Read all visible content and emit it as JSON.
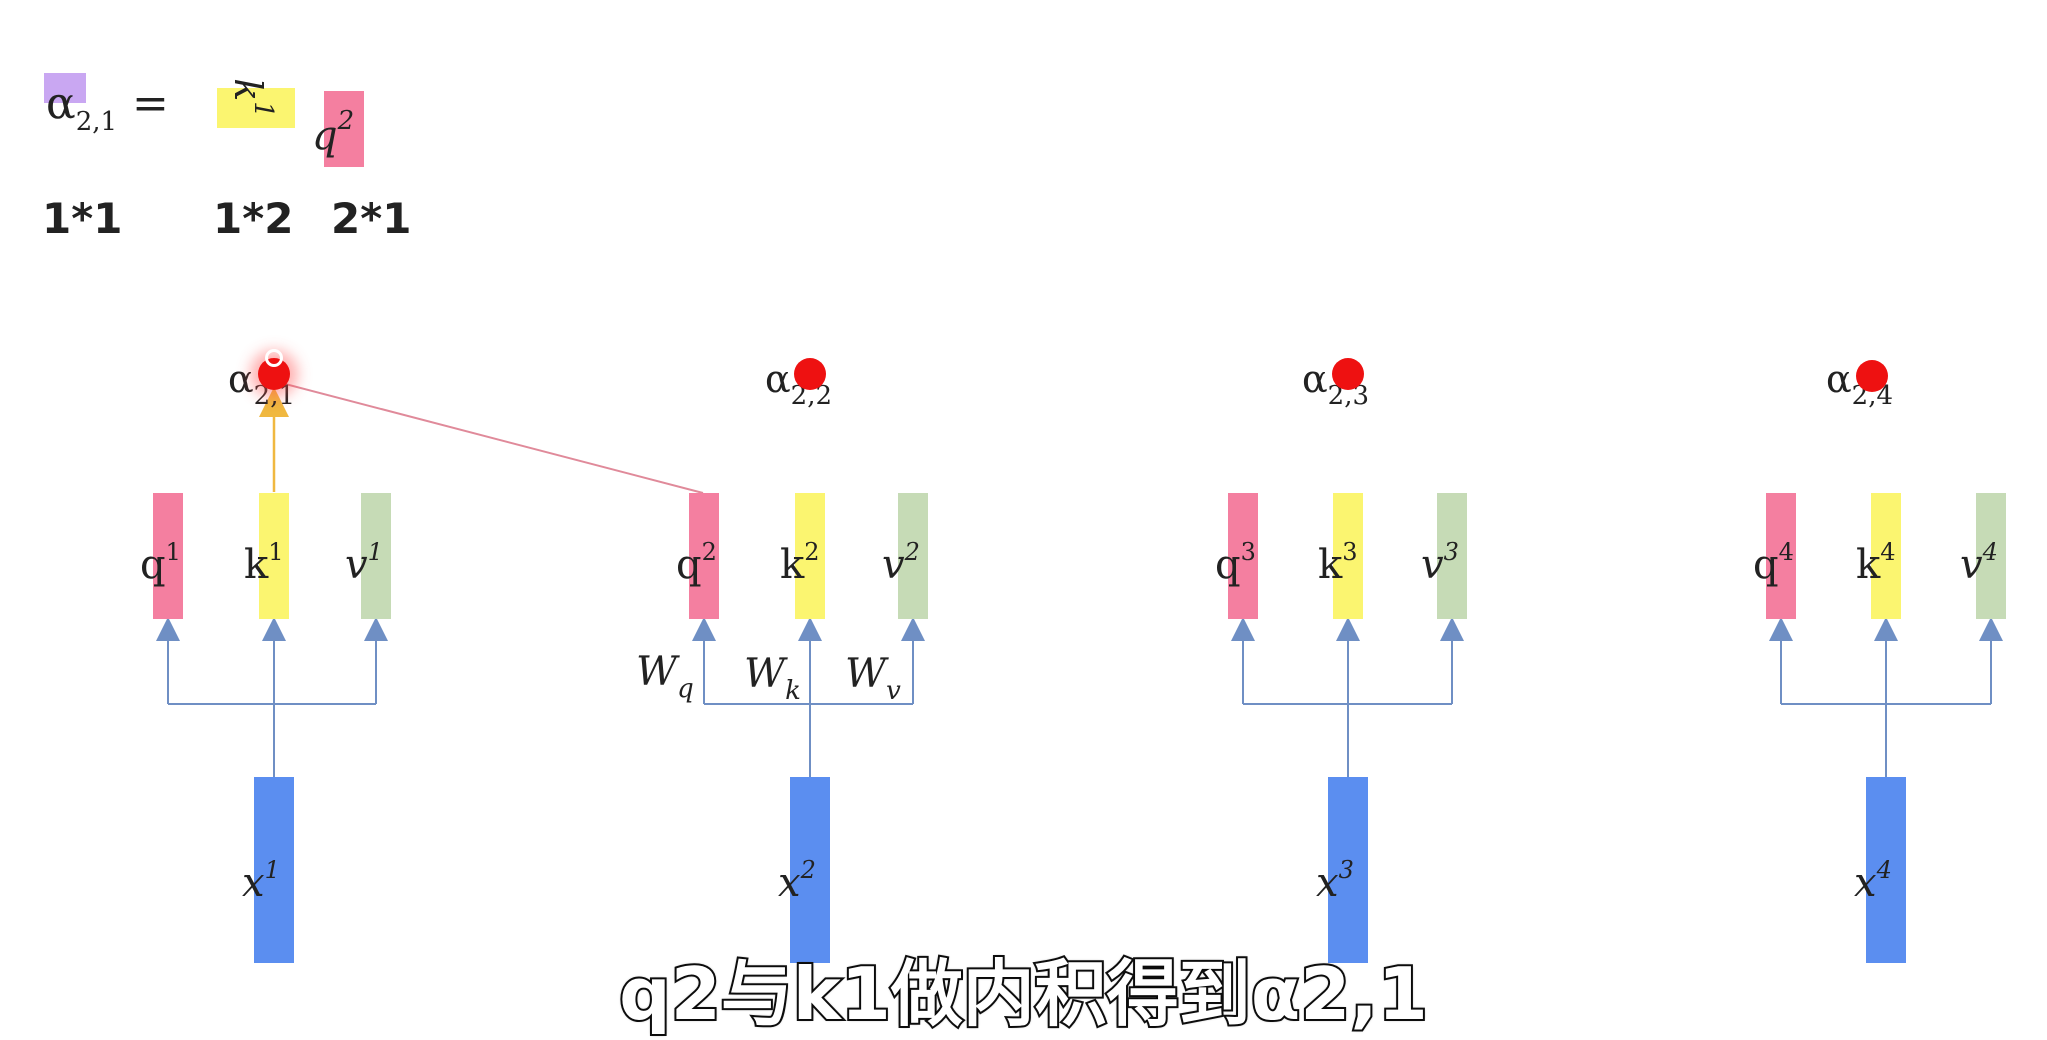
{
  "formula": {
    "lhs": "α",
    "lhs_sub": "2,1",
    "equals": "=",
    "k_base": "k",
    "k_sup": "1",
    "q_base": "q",
    "q_sup": "2"
  },
  "dims": [
    "1*1",
    "1*2",
    "2*1"
  ],
  "alphas": [
    {
      "base": "α",
      "sub": "2,1"
    },
    {
      "base": "α",
      "sub": "2,2"
    },
    {
      "base": "α",
      "sub": "2,3"
    },
    {
      "base": "α",
      "sub": "2,4"
    }
  ],
  "groups": [
    {
      "q": "q",
      "k": "k",
      "v": "v",
      "x": "x",
      "idx": "1"
    },
    {
      "q": "q",
      "k": "k",
      "v": "v",
      "x": "x",
      "idx": "2"
    },
    {
      "q": "q",
      "k": "k",
      "v": "v",
      "x": "x",
      "idx": "3"
    },
    {
      "q": "q",
      "k": "k",
      "v": "v",
      "x": "x",
      "idx": "4"
    }
  ],
  "weights": [
    {
      "base": "W",
      "sub": "q"
    },
    {
      "base": "W",
      "sub": "k"
    },
    {
      "base": "W",
      "sub": "v"
    }
  ],
  "subtitle": "q2与k1做内积得到α2,1",
  "colors": {
    "query": "#f47fa0",
    "key": "#fbf570",
    "value": "#c6dbb6",
    "input": "#5b8ef0",
    "attention": "#c9a7f2",
    "dot": "#ee1111",
    "connector": "#6f8fc4",
    "highlight_line": "#e08a9a",
    "highlight_arrow": "#f0b840"
  }
}
